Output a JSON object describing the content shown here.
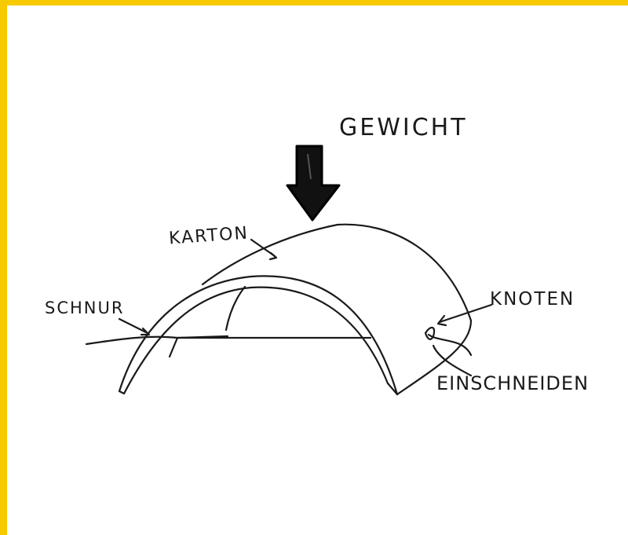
{
  "labels": {
    "weight": "GEWICHT",
    "cardboard": "KARTON",
    "string": "SCHNUR",
    "knot": "KNOTEN",
    "notch": "EINSCHNEIDEN"
  },
  "colors": {
    "frame": "#f7ca00",
    "ink": "#1a1a1a",
    "background": "#ffffff"
  }
}
